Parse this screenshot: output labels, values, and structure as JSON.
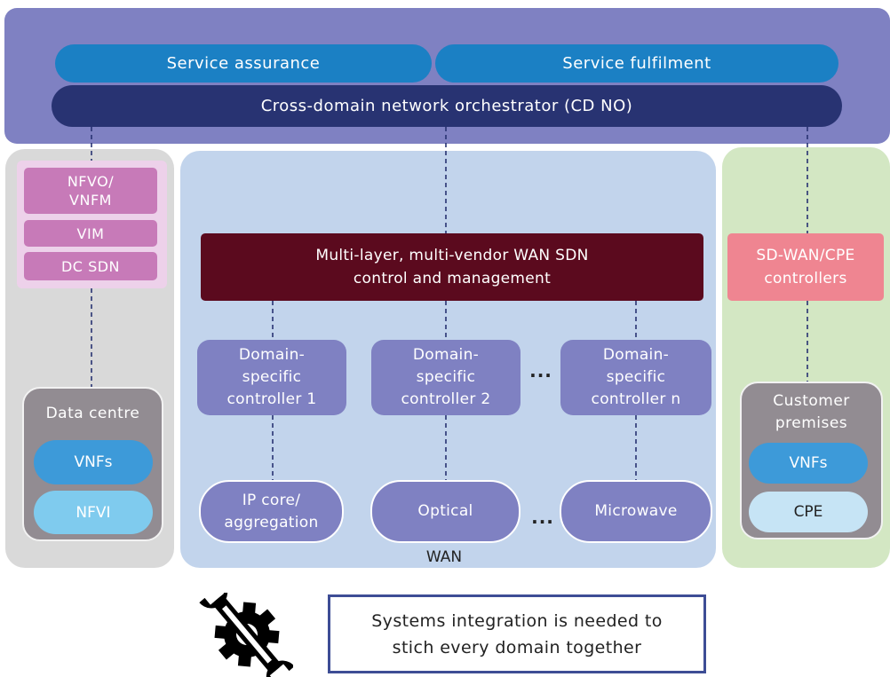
{
  "top": {
    "service_assurance": "Service assurance",
    "service_fulfilment": "Service fulfilment",
    "orchestrator": "Cross-domain network orchestrator (CD NO)"
  },
  "dc_column": {
    "nfvo_vnfm": "NFVO/\nVNFM",
    "vim": "VIM",
    "dc_sdn": "DC SDN",
    "data_centre": "Data centre",
    "vnfs": "VNFs",
    "nfvi": "NFVI"
  },
  "wan": {
    "sdn_control": "Multi-layer, multi-vendor WAN SDN\ncontrol and management",
    "controllers": [
      "Domain-\nspecific\ncontroller 1",
      "Domain-\nspecific\ncontroller 2",
      "Domain-\nspecific\ncontroller n"
    ],
    "ellipsis": "...",
    "infrastructure": [
      "IP core/\naggregation",
      "Optical",
      "Microwave"
    ],
    "label": "WAN"
  },
  "cpe_column": {
    "controllers": "SD-WAN/CPE\ncontrollers",
    "customer_premises": "Customer\npremises",
    "vnfs": "VNFs",
    "cpe": "CPE"
  },
  "note": "Systems integration is needed to\nstich every domain together",
  "icons": {
    "integration": "wrench-gear-icon"
  },
  "colors": {
    "orchestrator_band": "#7f81c2",
    "service_blue": "#1b80c4",
    "orchestrator_navy": "#283372",
    "wan_sdn_maroon": "#5b0a1e",
    "nfv_pink": "#c77ab8",
    "sdwan_pink": "#ef8591",
    "note_border": "#3d4d95"
  }
}
